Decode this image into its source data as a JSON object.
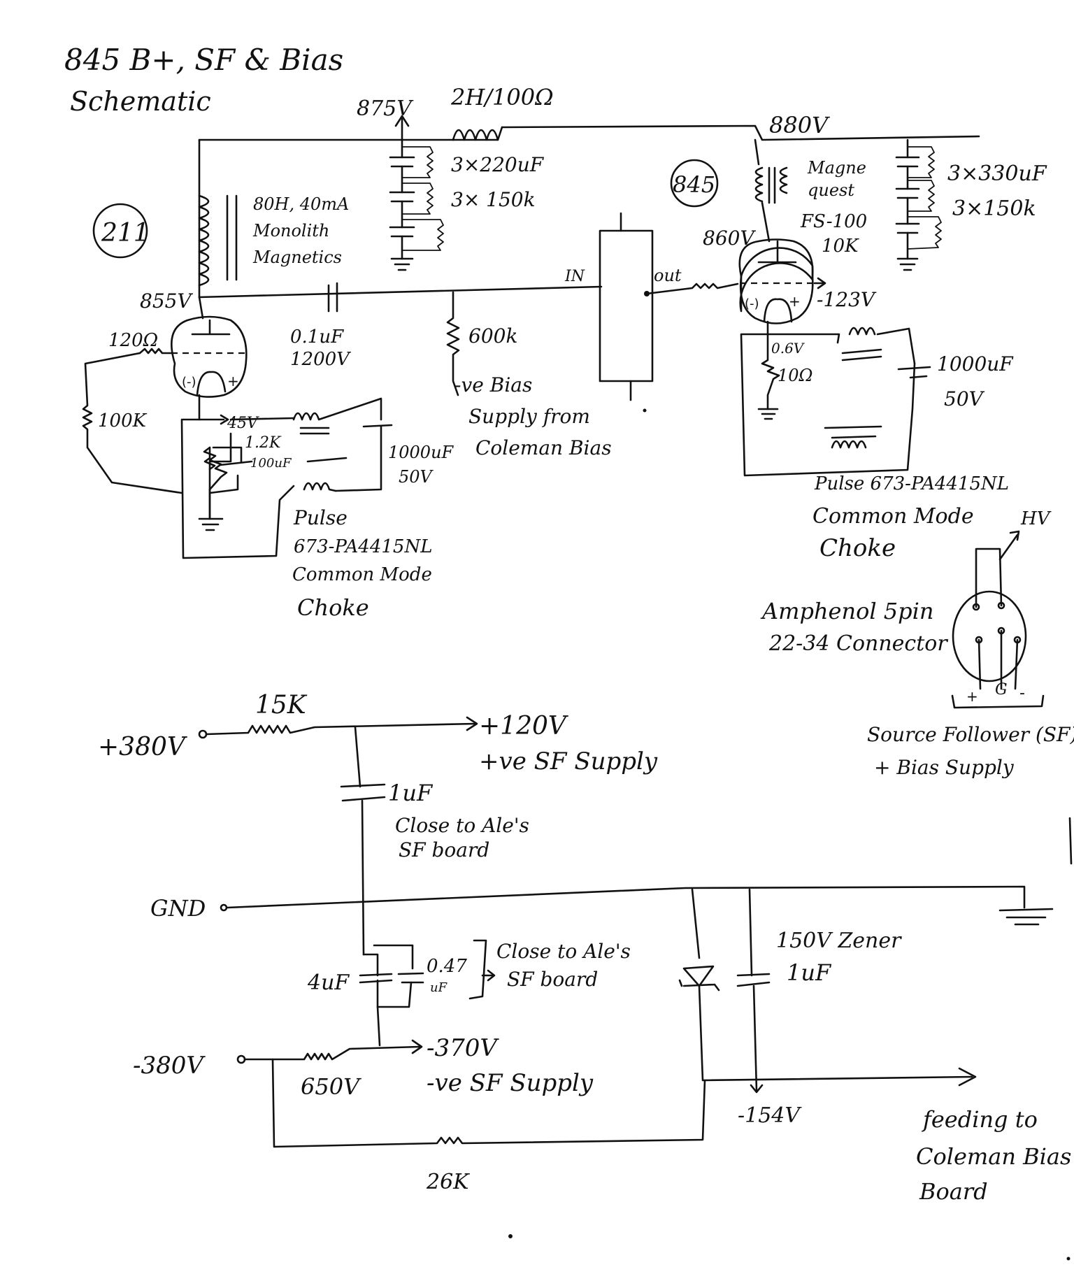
{
  "title": {
    "line1": "845 B+, SF & Bias",
    "line2": "Schematic"
  },
  "upper": {
    "node_875": "875V",
    "choke_2h": "2H/100Ω",
    "node_880": "880V",
    "cap_left_value": "3×220uF",
    "res_left_value": "3× 150k",
    "tube_211": "211",
    "tube_845": "845",
    "choke_80h_l1": "80H, 40mA",
    "choke_80h_l2": "Monolith",
    "choke_80h_l3": "Magnetics",
    "node_855": "855V",
    "res_120": "120Ω",
    "res_100k": "100K",
    "coupling_cap_l1": "0.1uF",
    "coupling_cap_l2": "1200V",
    "res_600k": "600k",
    "bias_note_l1": "-ve Bias",
    "bias_note_l2": "Supply from",
    "bias_note_l3": "Coleman Bias",
    "sf_in": "IN",
    "sf_out": "out",
    "out_tx_l1": "Magne",
    "out_tx_l2": "quest",
    "out_tx_l3": "FS-100",
    "out_tx_l4": "10K",
    "node_860": "860V",
    "grid_845": "-123V",
    "cap_right_value": "3×330uF",
    "res_right_value": "3×150k",
    "cathode_845": "0.6V",
    "res_10": "10Ω",
    "cap_845_l1": "1000uF",
    "cap_845_l2": "50V",
    "choke_845_l1": "Pulse 673-PA4415NL",
    "choke_845_l2": "Common Mode",
    "choke_845_l3": "Choke",
    "cathode_211": "45V",
    "res_1k2": "1.2K",
    "cap_100uf": "100uF",
    "cap_211_l1": "1000uF",
    "cap_211_l2": "50V",
    "choke_211_l1": "Pulse",
    "choke_211_l2": "673-PA4415NL",
    "choke_211_l3": "Common Mode",
    "choke_211_l4": "Choke",
    "minus_sign": "(-)",
    "plus_sign": "+"
  },
  "connector": {
    "label_l1": "Amphenol 5pin",
    "label_l2": "22-34 Connector",
    "hv": "HV",
    "pin_plus": "+",
    "pin_g": "G",
    "pin_minus": "-",
    "desc_l1": "Source Follower (SF)",
    "desc_l2": "+ Bias Supply"
  },
  "lower": {
    "v_plus380": "+380V",
    "res_15k": "15K",
    "v_plus120": "+120V",
    "plus_sf_supply": "+ve SF Supply",
    "cap_1uf": "1uF",
    "close_note1_l1": "Close to Ale's",
    "close_note1_l2": "SF board",
    "gnd": "GND",
    "cap_4uf": "4uF",
    "cap_047_l1": "0.47",
    "cap_047_l2": "uF",
    "close_note2_l1": "Close to Ale's",
    "close_note2_l2": "SF board",
    "v_minus380": "-380V",
    "res_650": "650V",
    "v_minus370": "-370V",
    "minus_sf_supply": "-ve SF Supply",
    "zener_l1": "150V Zener",
    "zener_l2": "1uF",
    "v_minus154": "-154V",
    "res_26k": "26K",
    "feed_l1": "feeding to",
    "feed_l2": "Coleman Bias",
    "feed_l3": "Board"
  }
}
